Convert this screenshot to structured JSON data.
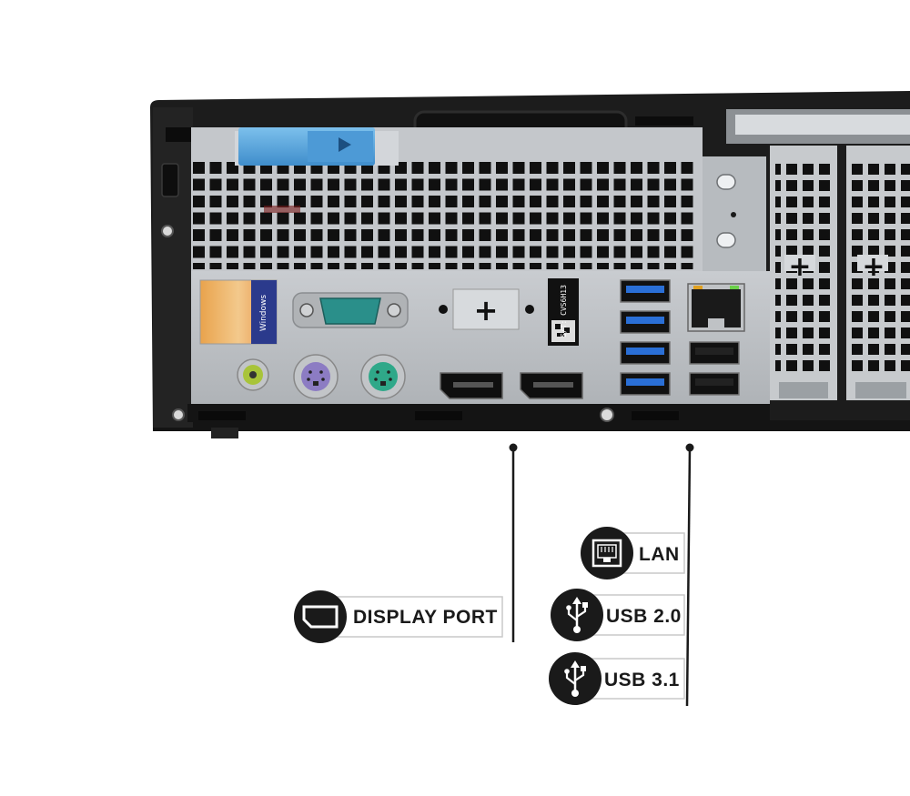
{
  "colors": {
    "chassis": "#1f1f1f",
    "io_plate": "#bcc0c4",
    "vent": "#111111",
    "release_tab": "#5aa7de",
    "serial_port": "#2a8f8a",
    "ps2_mouse": "#8c7cc3",
    "ps2_keyboard": "#2fa889",
    "audio_jack": "#a8c43a",
    "usb3_blue": "#2a6fd6",
    "callout_dark": "#1a1a1a"
  },
  "chassis": {
    "sticker_text": "Windows",
    "barcode_text": "S/T: CVS6H13"
  },
  "callouts": {
    "display_port": {
      "label": "DISPLAY PORT",
      "icon": "displayport-icon"
    },
    "lan": {
      "label": "LAN",
      "icon": "ethernet-icon"
    },
    "usb2": {
      "label": "USB 2.0",
      "icon": "usb-icon"
    },
    "usb3": {
      "label": "USB 3.1",
      "icon": "usb-icon"
    }
  }
}
